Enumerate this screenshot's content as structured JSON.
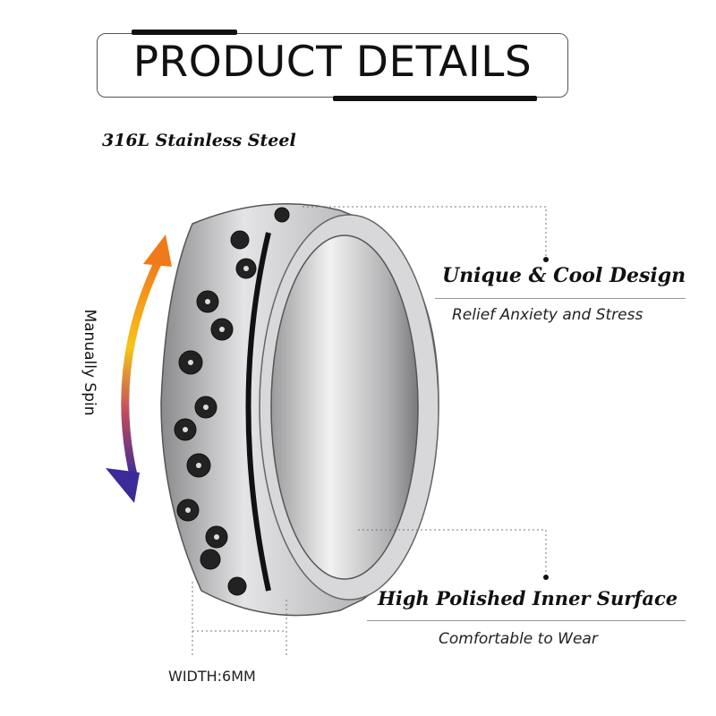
{
  "header": {
    "title": "PRODUCT DETAILS"
  },
  "material": "316L Stainless Steel",
  "spin_label": "Manually Spin",
  "features": [
    {
      "title": "Unique & Cool Design",
      "subtitle": "Relief Anxiety and Stress"
    },
    {
      "title": "High Polished Inner Surface",
      "subtitle": "Comfortable to Wear"
    }
  ],
  "width_label": "WIDTH:6MM",
  "colors": {
    "arrow_top": "#f07a1a",
    "arrow_mid": "#f5c518",
    "arrow_bottom": "#3a2a9a",
    "ring": "#c8c8ca"
  }
}
